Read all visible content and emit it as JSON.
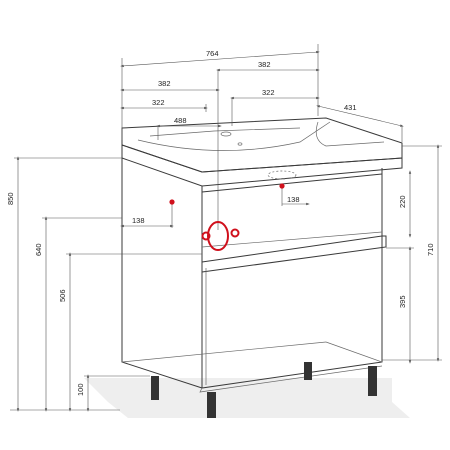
{
  "dimensions": {
    "total_width": "764",
    "half_width_a": "382",
    "half_width_b": "382",
    "offset_left": "322",
    "offset_right": "322",
    "basin_width": "488",
    "depth": "431",
    "height_total": "850",
    "height_640": "640",
    "height_506": "506",
    "height_100": "100",
    "height_710": "710",
    "height_220": "220",
    "height_395": "395",
    "pipe_left_138": "138",
    "pipe_right_138": "138"
  },
  "colors": {
    "line": "#3a3a3a",
    "accent": "#d0101c",
    "floor": "#eeeeee"
  }
}
